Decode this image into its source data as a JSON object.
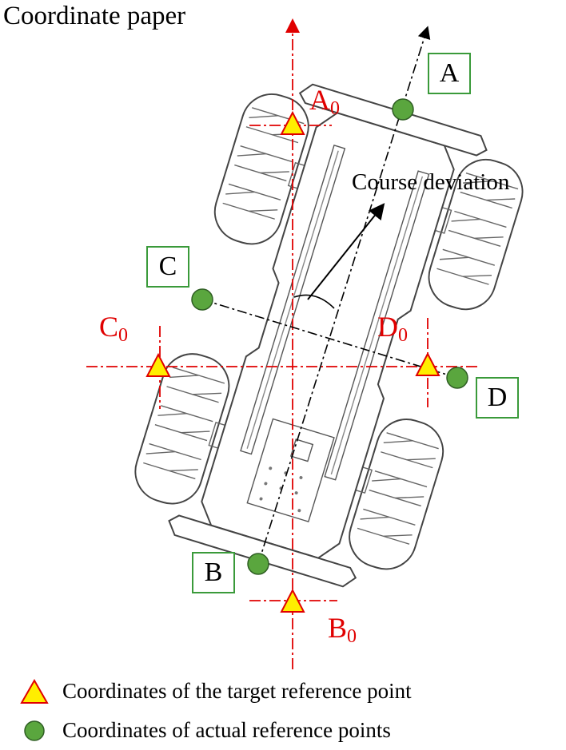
{
  "title": "Coordinate paper",
  "actual_points": [
    {
      "label": "A"
    },
    {
      "label": "B"
    },
    {
      "label": "C"
    },
    {
      "label": "D"
    }
  ],
  "target_points": [
    {
      "label": "A",
      "subscript": "0"
    },
    {
      "label": "B",
      "subscript": "0"
    },
    {
      "label": "C",
      "subscript": "0"
    },
    {
      "label": "D",
      "subscript": "0"
    }
  ],
  "annotation": "Course deviation",
  "legend": [
    {
      "text": "Coordinates of the target reference point",
      "icon": "triangle-icon"
    },
    {
      "text": "Coordinates of actual reference points",
      "icon": "circle-icon"
    }
  ],
  "colors": {
    "target_line": "#e00000",
    "target_fill": "#ffee00",
    "actual_fill": "#5aa63e",
    "box_border": "#3a9a3a"
  }
}
